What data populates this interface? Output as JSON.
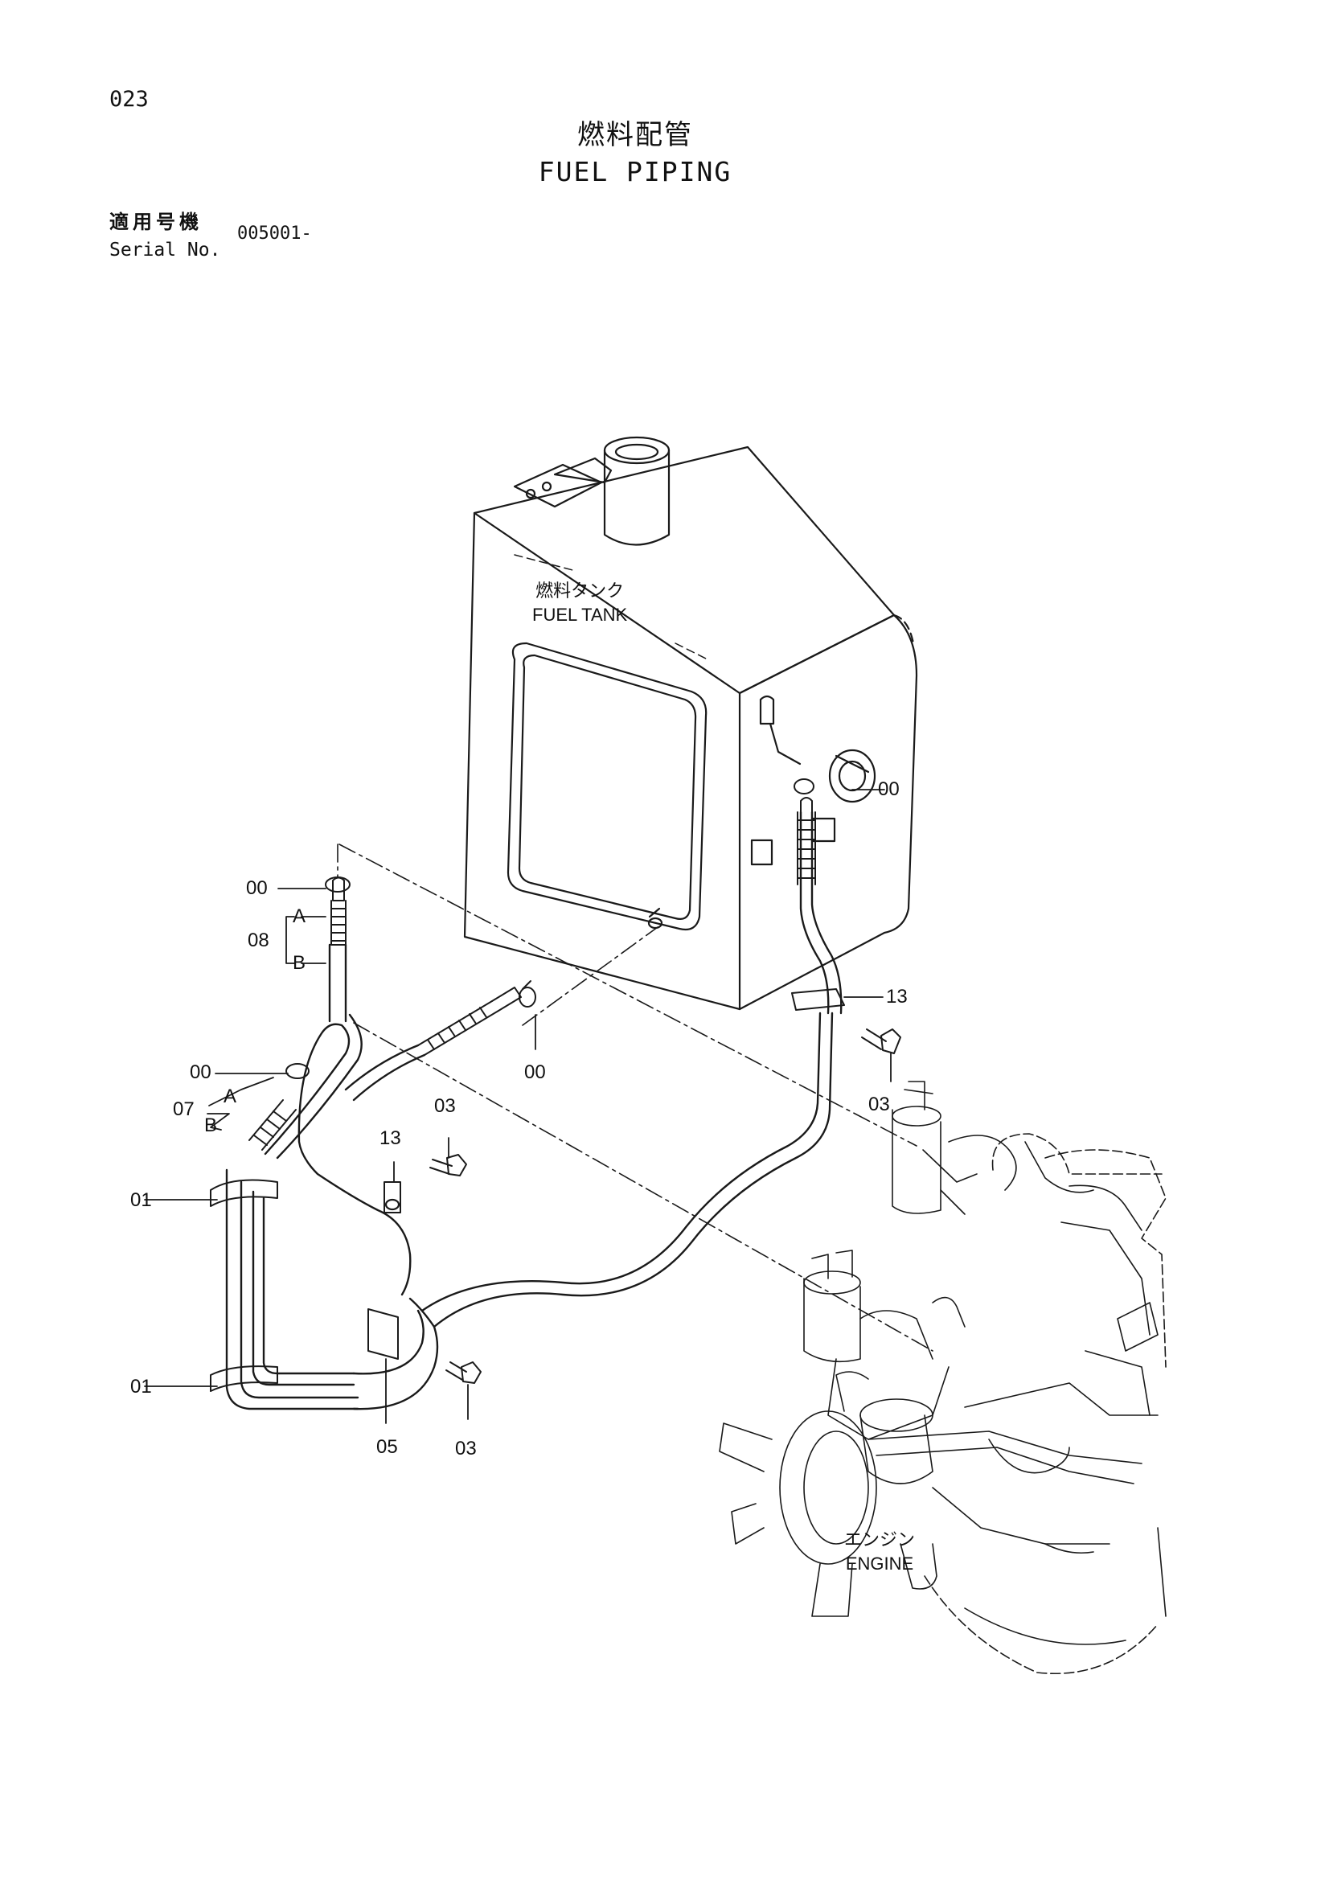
{
  "page_number": "023",
  "title_jp": "燃料配管",
  "title_en": "FUEL PIPING",
  "serial": {
    "label_jp": "適用号機",
    "label_en": "Serial No.",
    "value": "005001-"
  },
  "components": {
    "fuel_tank": {
      "label_jp": "燃料タンク",
      "label_en": "FUEL TANK"
    },
    "engine": {
      "label_jp": "エンジン",
      "label_en": "ENGINE"
    }
  },
  "callouts": [
    {
      "id": "clamp-tank",
      "text": "00"
    },
    {
      "id": "clamp-top-left",
      "text": "00"
    },
    {
      "id": "hose-08",
      "text": "08"
    },
    {
      "id": "hose-08-a",
      "text": "A"
    },
    {
      "id": "hose-08-b",
      "text": "B"
    },
    {
      "id": "clamp-mid",
      "text": "00"
    },
    {
      "id": "clamp-left",
      "text": "00"
    },
    {
      "id": "hose-07",
      "text": "07"
    },
    {
      "id": "hose-07-a",
      "text": "A"
    },
    {
      "id": "hose-07-b",
      "text": "B"
    },
    {
      "id": "bracket-13-right",
      "text": "13"
    },
    {
      "id": "bolt-03-right",
      "text": "03"
    },
    {
      "id": "bolt-03-mid",
      "text": "03"
    },
    {
      "id": "bracket-13-mid",
      "text": "13"
    },
    {
      "id": "band-01-upper",
      "text": "01"
    },
    {
      "id": "band-01-lower",
      "text": "01"
    },
    {
      "id": "clip-05",
      "text": "05"
    },
    {
      "id": "bolt-03-bottom",
      "text": "03"
    }
  ]
}
